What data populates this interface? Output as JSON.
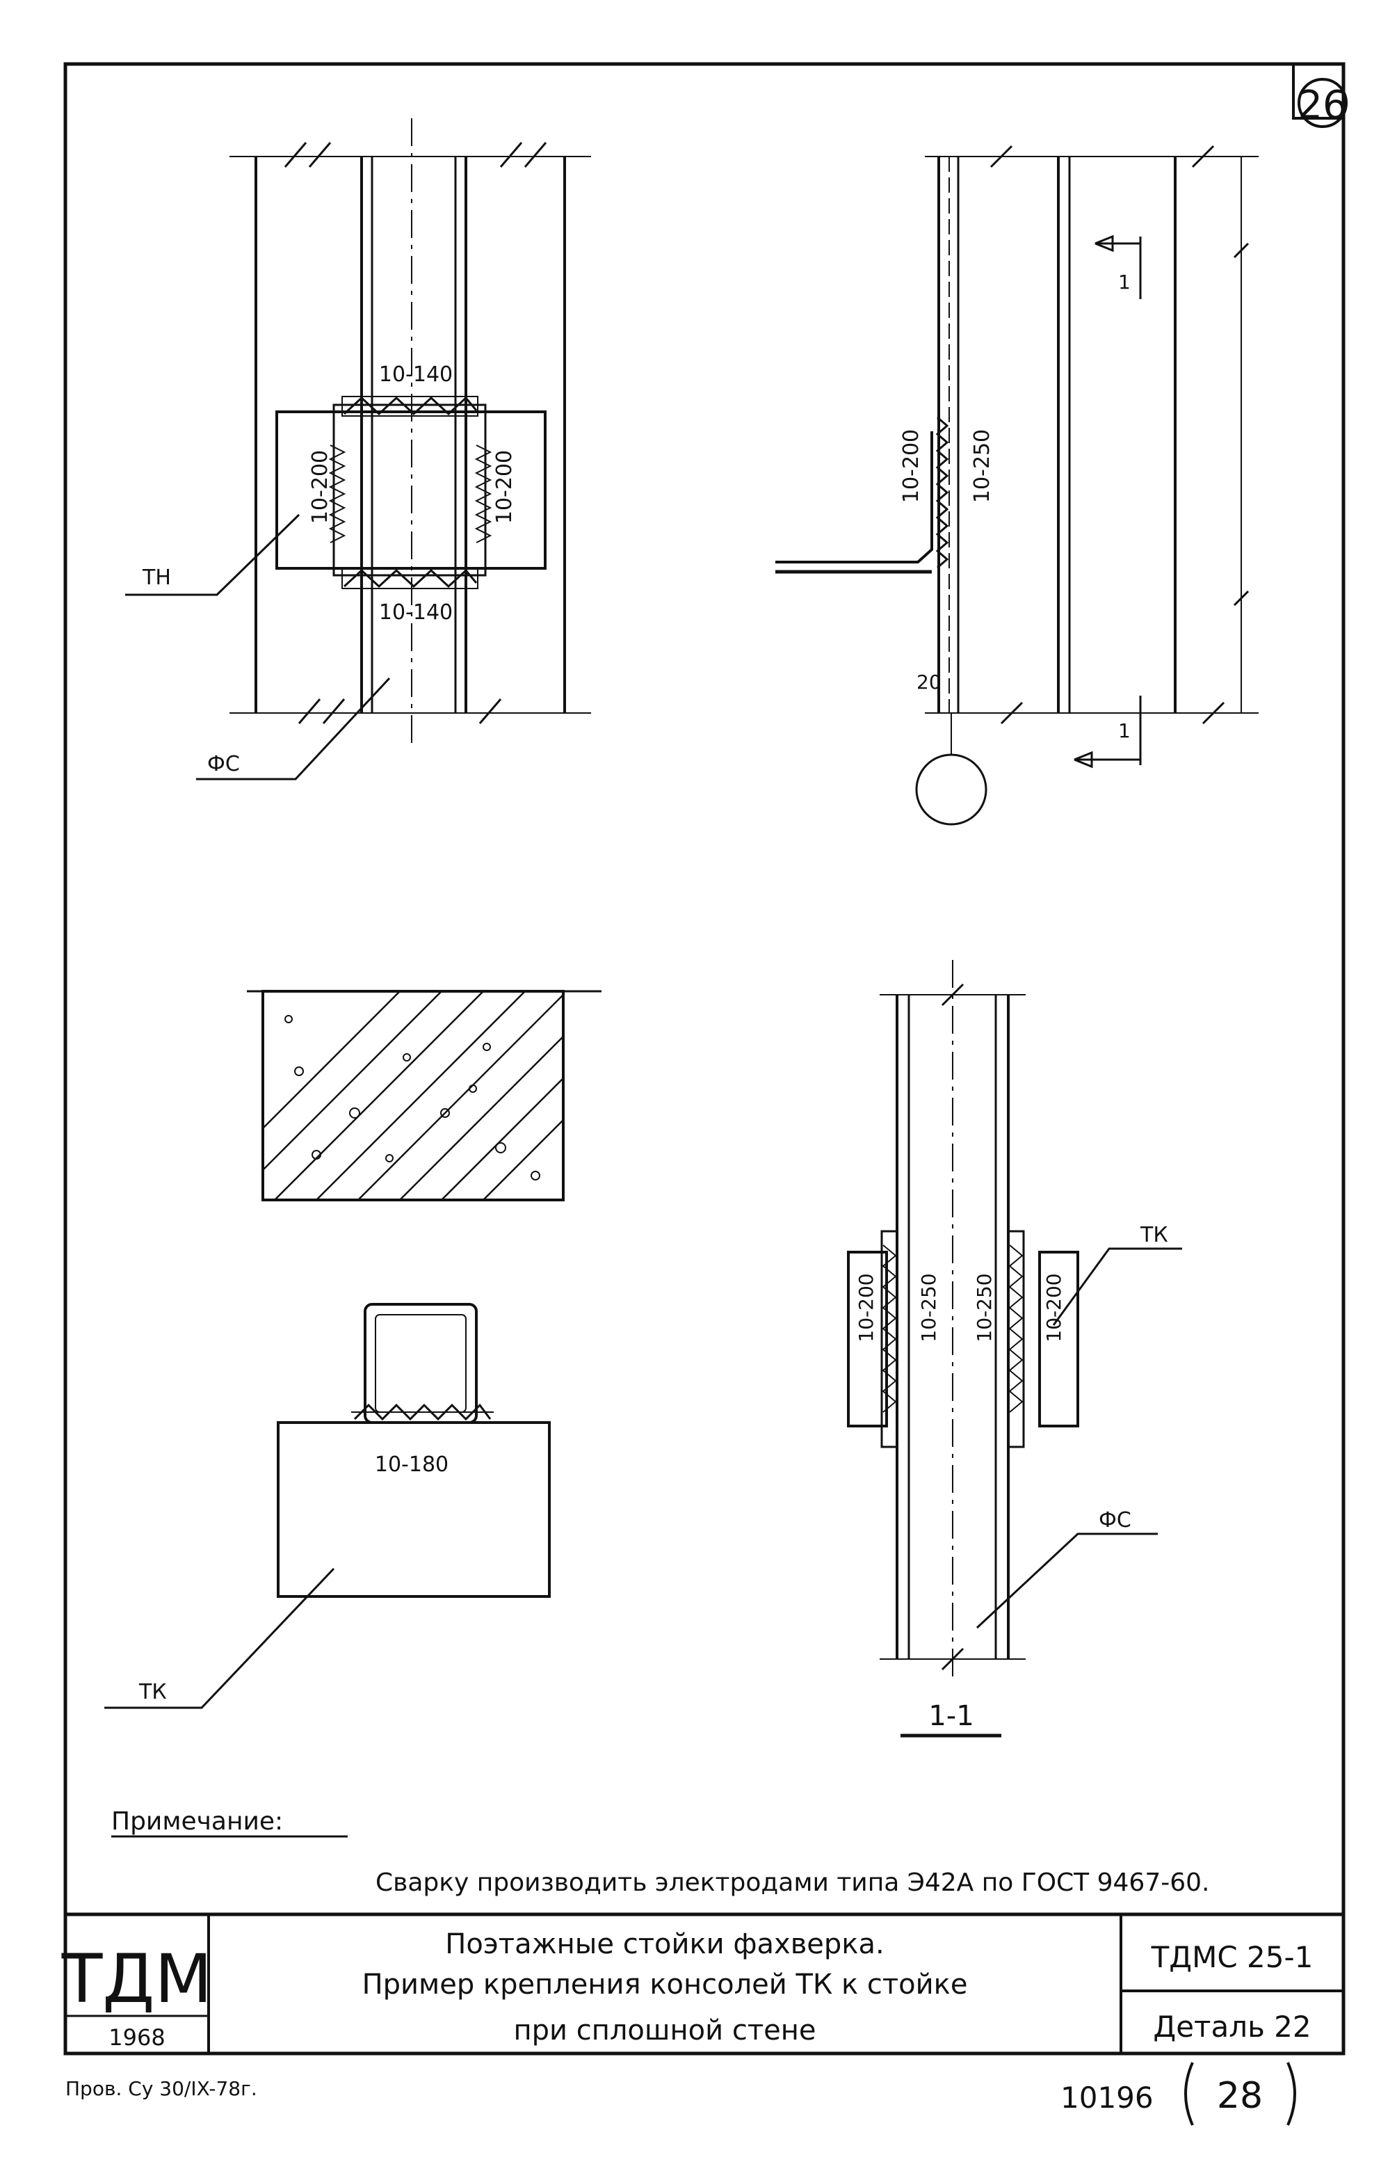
{
  "sheet": {
    "corner_mark": "26",
    "page_number": "28",
    "archive_number": "10196",
    "check_note": "Пров. Су 30/IX-78г."
  },
  "view_top_left": {
    "weld_top": "10-140",
    "weld_left": "10-200",
    "weld_right": "10-200",
    "weld_bottom": "10-140",
    "label_th": "ТН",
    "label_fs": "ФС"
  },
  "view_top_right": {
    "weld_left": "10-200",
    "weld_right": "10-250",
    "dim_20": "20",
    "section_mark": "1"
  },
  "view_bottom_left": {
    "weld": "10-180",
    "label_tk": "ТК"
  },
  "view_bottom_right": {
    "weld_1": "10-200",
    "weld_2": "10-250",
    "weld_3": "10-250",
    "weld_4": "10-200",
    "label_tk": "ТК",
    "label_fs": "ФС",
    "section_title": "1-1"
  },
  "note": {
    "heading": "Примечание:",
    "text": "Сварку производить электродами типа Э42А по ГОСТ 9467-60."
  },
  "title_block": {
    "org": "ТДМ",
    "year": "1968",
    "title_line1": "Поэтажные стойки фахверка.",
    "title_line2": "Пример крепления консолей ТК к стойке",
    "title_line3": "при сплошной стене",
    "code": "ТДМС 25-1",
    "detail": "Деталь 22"
  }
}
